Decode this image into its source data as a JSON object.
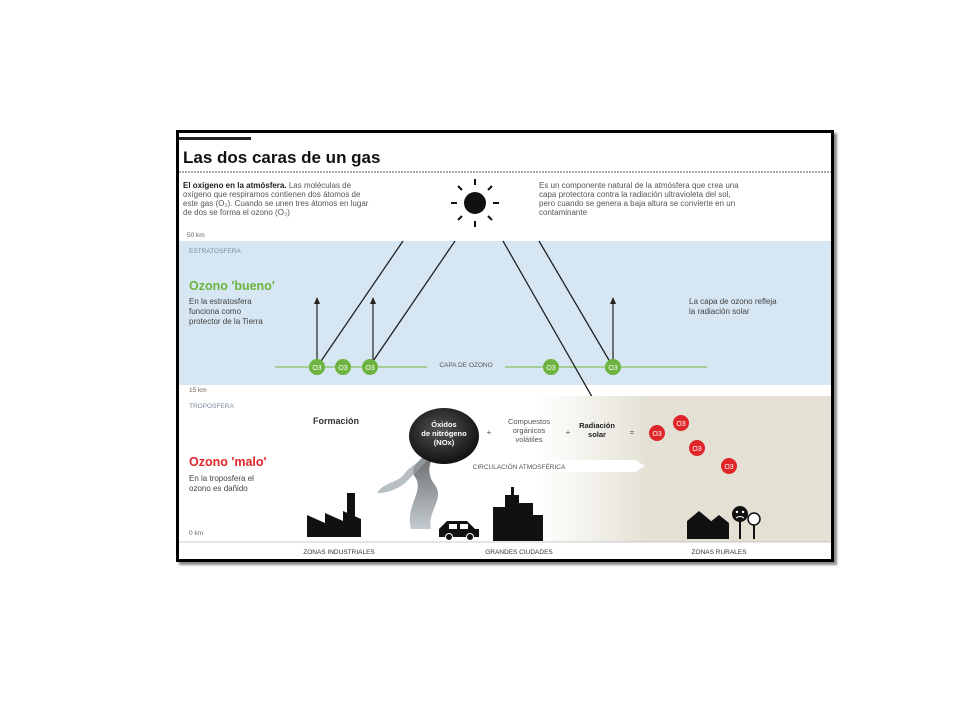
{
  "title": "Las dos caras de un gas",
  "intro": {
    "left_bold": "El oxígeno en la atmósfera.",
    "left_lines": [
      " Las moléculas de",
      "oxígeno que respiramos contienen dos átomos de",
      "este gas (O₂). Cuando se unen tres átomos en lugar",
      "de dos se forma el ozono (O₃)"
    ],
    "right_lines": [
      "Es un componente natural de la atmósfera que crea una",
      "capa protectora contra la radiación ultravioleta del sol,",
      "pero cuando se genera a baja altura se convierte en un",
      "contaminante"
    ]
  },
  "altitudes": {
    "top": "50 km",
    "middle": "15 km",
    "bottom": "0 km"
  },
  "layers": {
    "stratosphere": "ESTRATOSFERA",
    "troposphere": "TROPOSFERA"
  },
  "good_ozone": {
    "heading": "Ozono 'bueno'",
    "lines": [
      "En la estratosfera",
      "funciona como",
      "protector de la Tierra"
    ],
    "right_lines": [
      "La capa de ozono refleja",
      "la radiación solar"
    ],
    "layer_label": "CAPA DE OZONO",
    "molecule_label": "O3",
    "color": "#6cb33f"
  },
  "bad_ozone": {
    "heading": "Ozono 'malo'",
    "lines": [
      "En la troposfera el",
      "ozono es dañido"
    ],
    "color": "#e0262a"
  },
  "formation": {
    "label": "Formación",
    "nox_lines": [
      "Óxidos",
      "de nitrógeno",
      "(NOx)"
    ],
    "plus1": "+",
    "voc_lines": [
      "Compuestos",
      "orgánicos",
      "volátiles"
    ],
    "plus2": "+",
    "radiation_lines": [
      "Radiación",
      "solar"
    ],
    "equals": "=",
    "circulation": "CIRCULACIÓN ATMOSFÉRICA"
  },
  "zones": [
    "ZONAS INDUSTRIALES",
    "GRANDES CIUDADES",
    "ZONAS RURALES"
  ],
  "colors": {
    "stratosphere_bg": "#d6e6f2",
    "troposphere_bg": "#e4e1d4",
    "frame": "#000000"
  }
}
